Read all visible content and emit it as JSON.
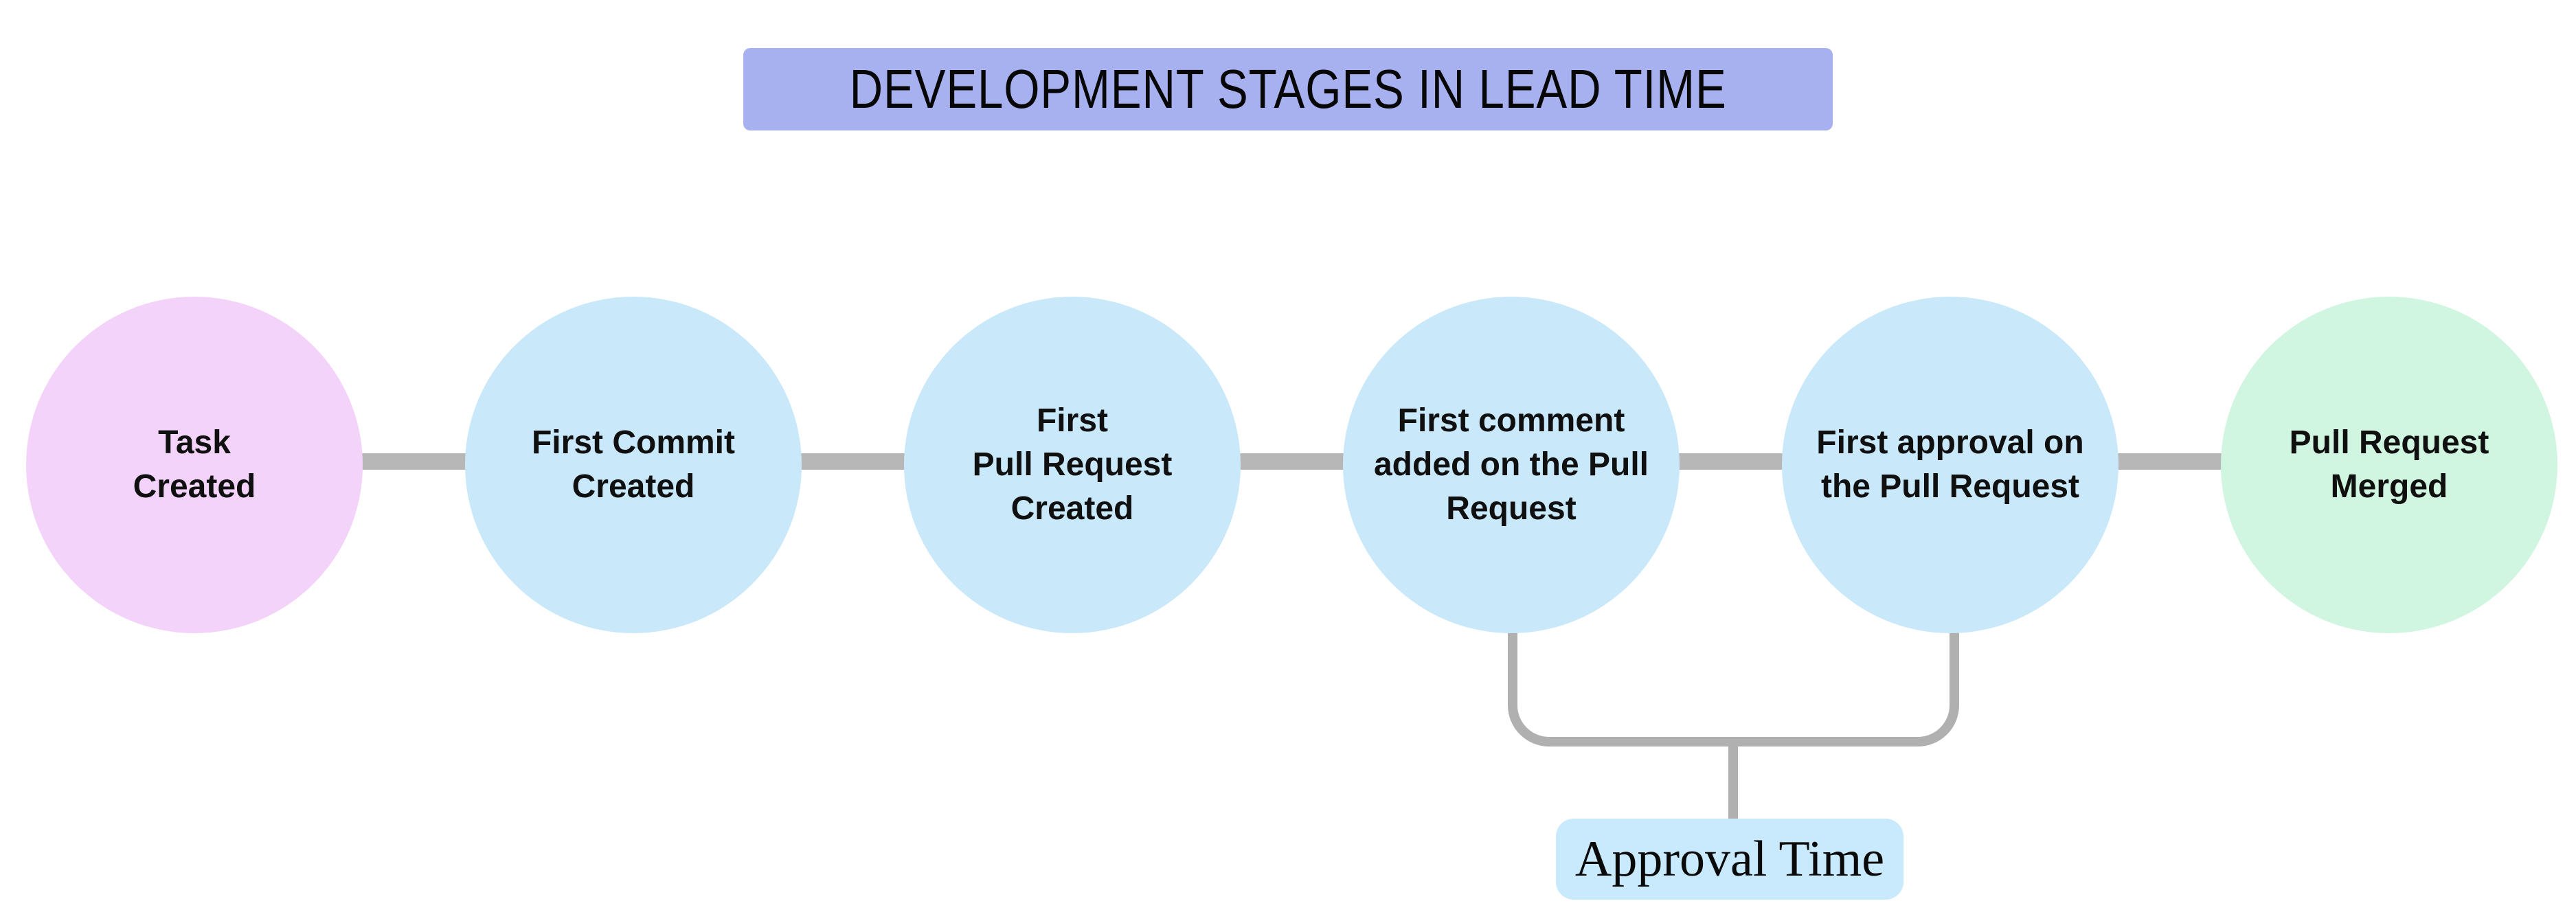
{
  "title": {
    "text": "DEVELOPMENT STAGES IN LEAD TIME",
    "bg": "#a7b1f0"
  },
  "stages": [
    {
      "id": "task-created",
      "lines": [
        "Task",
        "Created"
      ],
      "color": "#f4d3fa"
    },
    {
      "id": "first-commit-created",
      "lines": [
        "First Commit",
        "Created"
      ],
      "color": "#c9e9fb"
    },
    {
      "id": "first-pull-request-created",
      "lines": [
        "First",
        "Pull Request",
        "Created"
      ],
      "color": "#c9e9fb"
    },
    {
      "id": "first-comment-added",
      "lines": [
        "First comment",
        "added on the Pull",
        "Request"
      ],
      "color": "#c9e9fb"
    },
    {
      "id": "first-approval",
      "lines": [
        "First approval on",
        "the Pull Request"
      ],
      "color": "#c9e9fb"
    },
    {
      "id": "pull-request-merged",
      "lines": [
        "Pull Request",
        "Merged"
      ],
      "color": "#d0f5e0"
    }
  ],
  "bracket": {
    "label": "Approval Time",
    "spans_from": "first-comment-added",
    "spans_to": "first-approval",
    "box_bg": "#c9e9fc",
    "line_color": "#b0b0b0"
  },
  "connector": {
    "color": "#b7b7b7"
  }
}
